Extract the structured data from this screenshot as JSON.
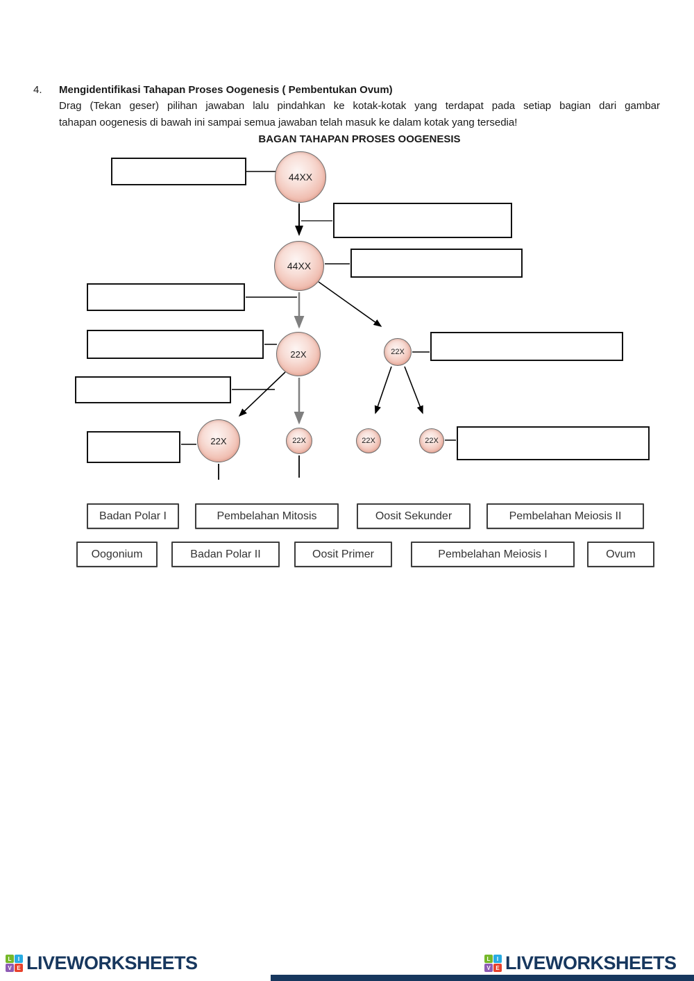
{
  "question": {
    "number": "4.",
    "title": "Mengidentifikasi Tahapan Proses Oogenesis ( Pembentukan Ovum)",
    "instruction_line1": "Drag (Tekan geser) pilihan jawaban lalu pindahkan ke kotak-kotak yang terdapat pada setiap bagian dari gambar",
    "instruction_line2": "tahapan oogenesis di bawah ini sampai semua jawaban telah masuk ke dalam kotak yang tersedia!"
  },
  "diagram": {
    "title": "BAGAN TAHAPAN PROSES OOGENESIS",
    "cell_colors": {
      "edge": "#e2a091",
      "center": "#fdf5f3"
    },
    "cells": [
      {
        "label": "44XX"
      },
      {
        "label": "44XX"
      },
      {
        "label": "22X"
      },
      {
        "label": "22X"
      },
      {
        "label": "22X"
      },
      {
        "label": "22X"
      },
      {
        "label": "22X"
      },
      {
        "label": "22X"
      }
    ]
  },
  "answer_bank": [
    "Badan Polar I",
    "Pembelahan Mitosis",
    "Oosit Sekunder",
    "Pembelahan Meiosis II",
    "Oogonium",
    "Badan Polar II",
    "Oosit Primer",
    "Pembelahan Meiosis I",
    "Ovum"
  ],
  "footer": {
    "brand": "LIVEWORKSHEETS",
    "brand_color": "#17375e",
    "icon_letters": [
      "L",
      "I",
      "V",
      "E"
    ]
  }
}
